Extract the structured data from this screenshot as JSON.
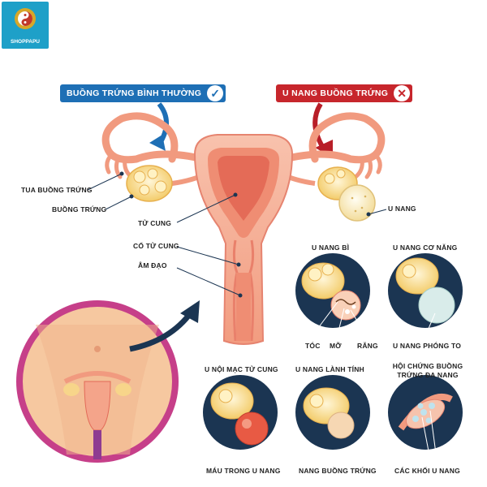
{
  "logo": {
    "text": "SHOPPAPU",
    "icon": "yin-yang-icon"
  },
  "banners": {
    "normal": {
      "text": "BUỒNG TRỨNG BÌNH THƯỜNG",
      "color": "#1e6fb5",
      "icon": "check-icon"
    },
    "cyst": {
      "text": "U NANG BUỒNG TRỨNG",
      "color": "#c7262c",
      "icon": "x-icon"
    }
  },
  "anatomy_labels": {
    "fimbriae": "TUA BUỒNG TRỨNG",
    "ovary": "BUỒNG TRỨNG",
    "uterus": "TỬ CUNG",
    "cervix": "CỔ TỬ CUNG",
    "vagina": "ÂM ĐẠO",
    "cyst": "U NANG"
  },
  "cyst_types": [
    {
      "title": "U NANG BÌ",
      "bottom": ""
    },
    {
      "title": "U NANG CƠ NĂNG",
      "bottom": "U NANG PHÓNG TO"
    },
    {
      "title": "U NỘI MẠC TỬ CUNG",
      "bottom": "MÁU TRONG U NANG"
    },
    {
      "title": "U NANG LÀNH TÍNH",
      "bottom": "NANG BUỒNG TRỨNG"
    },
    {
      "title": "HỘI CHỨNG BUỒNG TRỨNG ĐA NANG",
      "bottom": "CÁC KHỐI U NANG"
    }
  ],
  "dermoid_parts": {
    "hair": "TÓC",
    "fat": "MỠ",
    "teeth": "RĂNG"
  },
  "colors": {
    "circle_bg": "#1b3552",
    "uterus": "#f4a48a",
    "uterus_dark": "#e26a58",
    "ovary": "#f7d58a",
    "accent_arrow": "#1b3552"
  }
}
